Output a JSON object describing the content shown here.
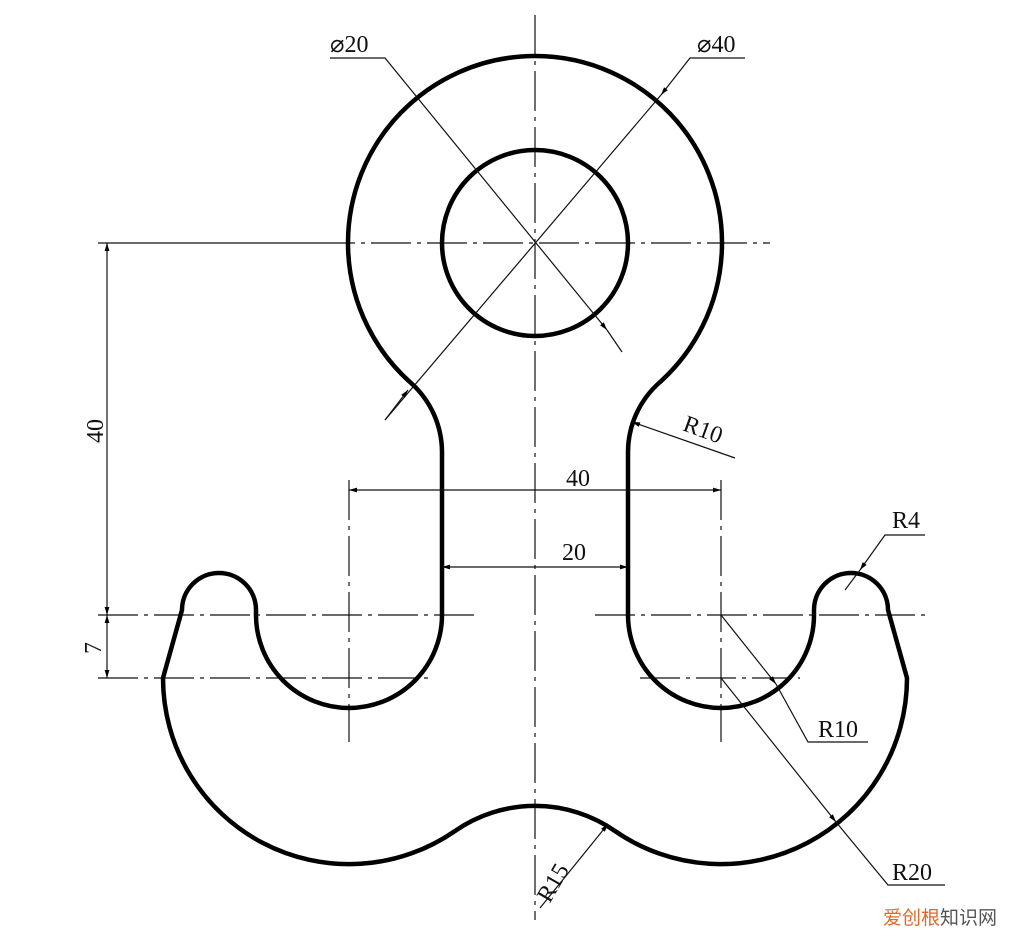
{
  "drawing": {
    "labels": {
      "dia20": "⌀20",
      "dia40": "⌀40",
      "r10_top": "R10",
      "r4": "R4",
      "r10_bottom": "R10",
      "r20": "R20",
      "r15": "R15",
      "dim_40_vertical": "40",
      "dim_7": "7",
      "dim_40_horizontal": "40",
      "dim_20": "20"
    },
    "colors": {
      "outline": "#000000",
      "thin": "#111111"
    }
  },
  "watermark": {
    "part1": "爱创根",
    "part2": "知识网"
  }
}
